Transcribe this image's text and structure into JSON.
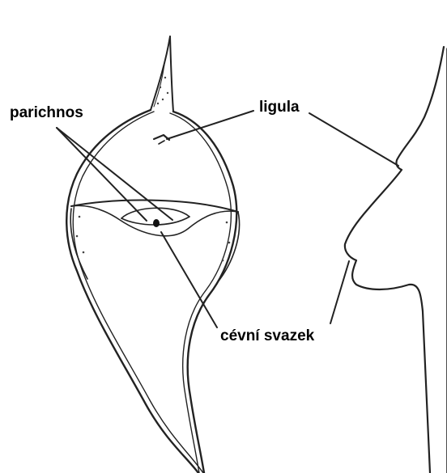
{
  "labels": {
    "parichnos": "parichnos",
    "ligula": "ligula",
    "vascular_bundle": "cévní svazek"
  },
  "colors": {
    "background": "#ffffff",
    "ink": "#222222",
    "text": "#000000"
  }
}
